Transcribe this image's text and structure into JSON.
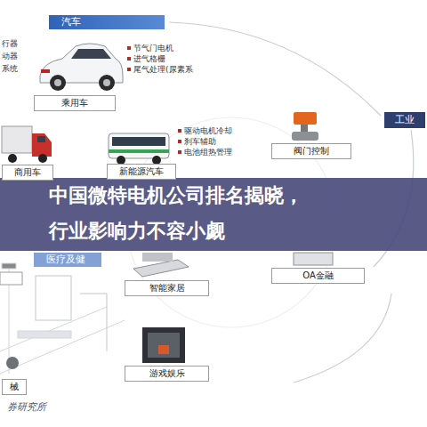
{
  "diagram": {
    "title": "中国微特电机公司排名揭晓， 行业影响力不容小觑",
    "nodes": [
      {
        "text": [
          "汽车"
        ]
      },
      {
        "text": [
          "乘用车"
        ]
      },
      {
        "text": [
          "商用车"
        ]
      },
      {
        "text": [
          "新能源汽车"
        ]
      },
      {
        "text": [
          "工业"
        ]
      },
      {
        "text": [
          "阀门控制"
        ]
      },
      {
        "text": [
          "医疗及健"
        ]
      },
      {
        "text": [
          "智能家居"
        ]
      },
      {
        "text": [
          "OA金融"
        ]
      },
      {
        "text": [
          "游戏娱乐"
        ]
      },
      {
        "text": [
          "械"
        ]
      }
    ],
    "labels": [
      "行器",
      "动器",
      "系统",
      "节气门电机",
      "进气格栅",
      "尾气处理(尿素系",
      "驱动电机冷却",
      "刹车辅助",
      "电池组热管理",
      "券研究所"
    ]
  }
}
